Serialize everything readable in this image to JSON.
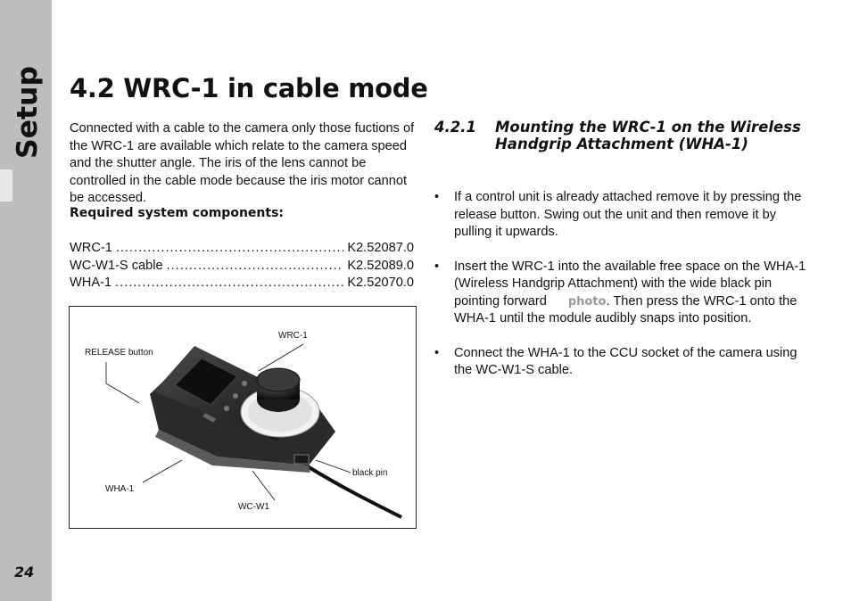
{
  "sidebar": {
    "title": "Setup",
    "page_number": "24"
  },
  "title": "4.2  WRC-1 in cable mode",
  "intro": "Connected with a cable to the camera only those fuctions of the WRC-1 are available which relate to the camera speed and the shutter angle. The iris of the lens cannot be controlled in the cable mode because the iris motor cannot be accessed.",
  "required_heading": "Required system components:",
  "components": [
    {
      "name": "WRC-1",
      "code": "K2.52087.0"
    },
    {
      "name": "WC-W1-S cable",
      "code": "K2.52089.0"
    },
    {
      "name": "WHA-1",
      "code": "K2.52070.0"
    }
  ],
  "figure": {
    "labels": {
      "release": "RELEASE button",
      "wrc": "WRC-1",
      "wha": "WHA-1",
      "wcw1": "WC-W1",
      "blackpin": "black pin"
    }
  },
  "section": {
    "number": "4.2.1",
    "heading": "Mounting the WRC-1 on the Wireless Handgrip Attachment (WHA-1)"
  },
  "bullets": {
    "symbol": "•",
    "item1": "If a control unit is already attached remove it by pressing the release button. Swing out the unit and then remove it by pulling it upwards.",
    "item2_a": "Insert the WRC-1 into the available free space on the WHA-1 (Wireless Handgrip Attachment) with the wide black pin pointing forward",
    "item2_photo": "photo",
    "item2_b": ". Then press the WRC-1 onto the WHA-1 until the module audibly snaps into position.",
    "item3": "Connect the WHA-1 to the CCU socket of the camera using the WC-W1-S cable."
  }
}
